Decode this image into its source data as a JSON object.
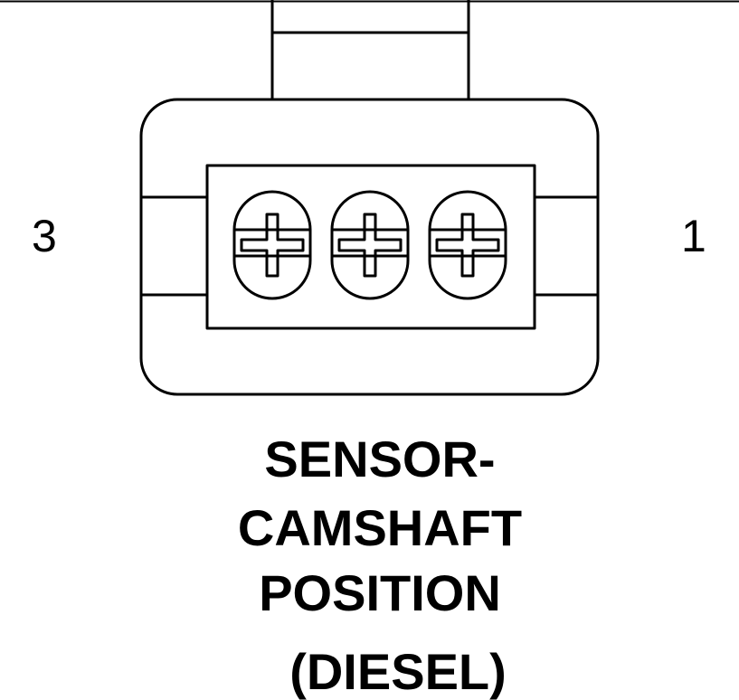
{
  "connector": {
    "name": "camshaft position sensor connector",
    "cavity_count": 3,
    "pin_labels": {
      "left": "3",
      "right": "1"
    }
  },
  "caption": {
    "line1": "SENSOR-",
    "line2": "CAMSHAFT",
    "line3": "POSITION",
    "line4": "(DIESEL)"
  },
  "colors": {
    "line": "#000000",
    "background": "#ffffff"
  }
}
